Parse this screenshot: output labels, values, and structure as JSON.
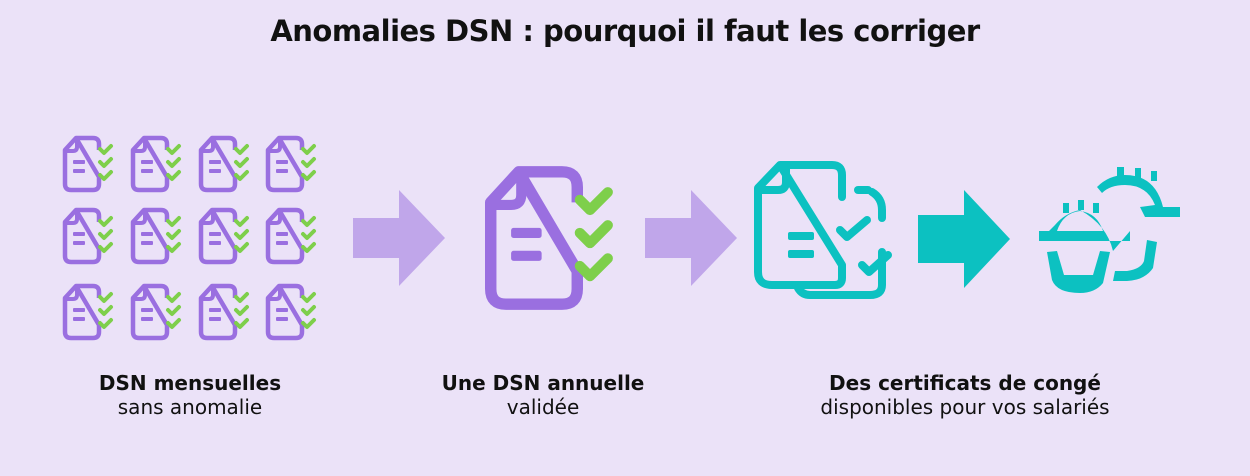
{
  "title": "Anomalies DSN : pourquoi il faut les corriger",
  "steps": [
    {
      "title": "DSN mensuelles",
      "subtitle": "sans anomalie",
      "icon": "document-check-grid-icon"
    },
    {
      "title": "Une DSN annuelle",
      "subtitle": "validée",
      "icon": "document-check-icon"
    },
    {
      "title": "Des certificats de congé",
      "subtitle": "disponibles pour vos salariés",
      "icon": "certificates-icon"
    }
  ],
  "colors": {
    "background": "#ebe2f8",
    "purple": "#9a6fe0",
    "green": "#7ecf4b",
    "arrow": "#c0a6ea",
    "teal": "#0cc1c1"
  }
}
